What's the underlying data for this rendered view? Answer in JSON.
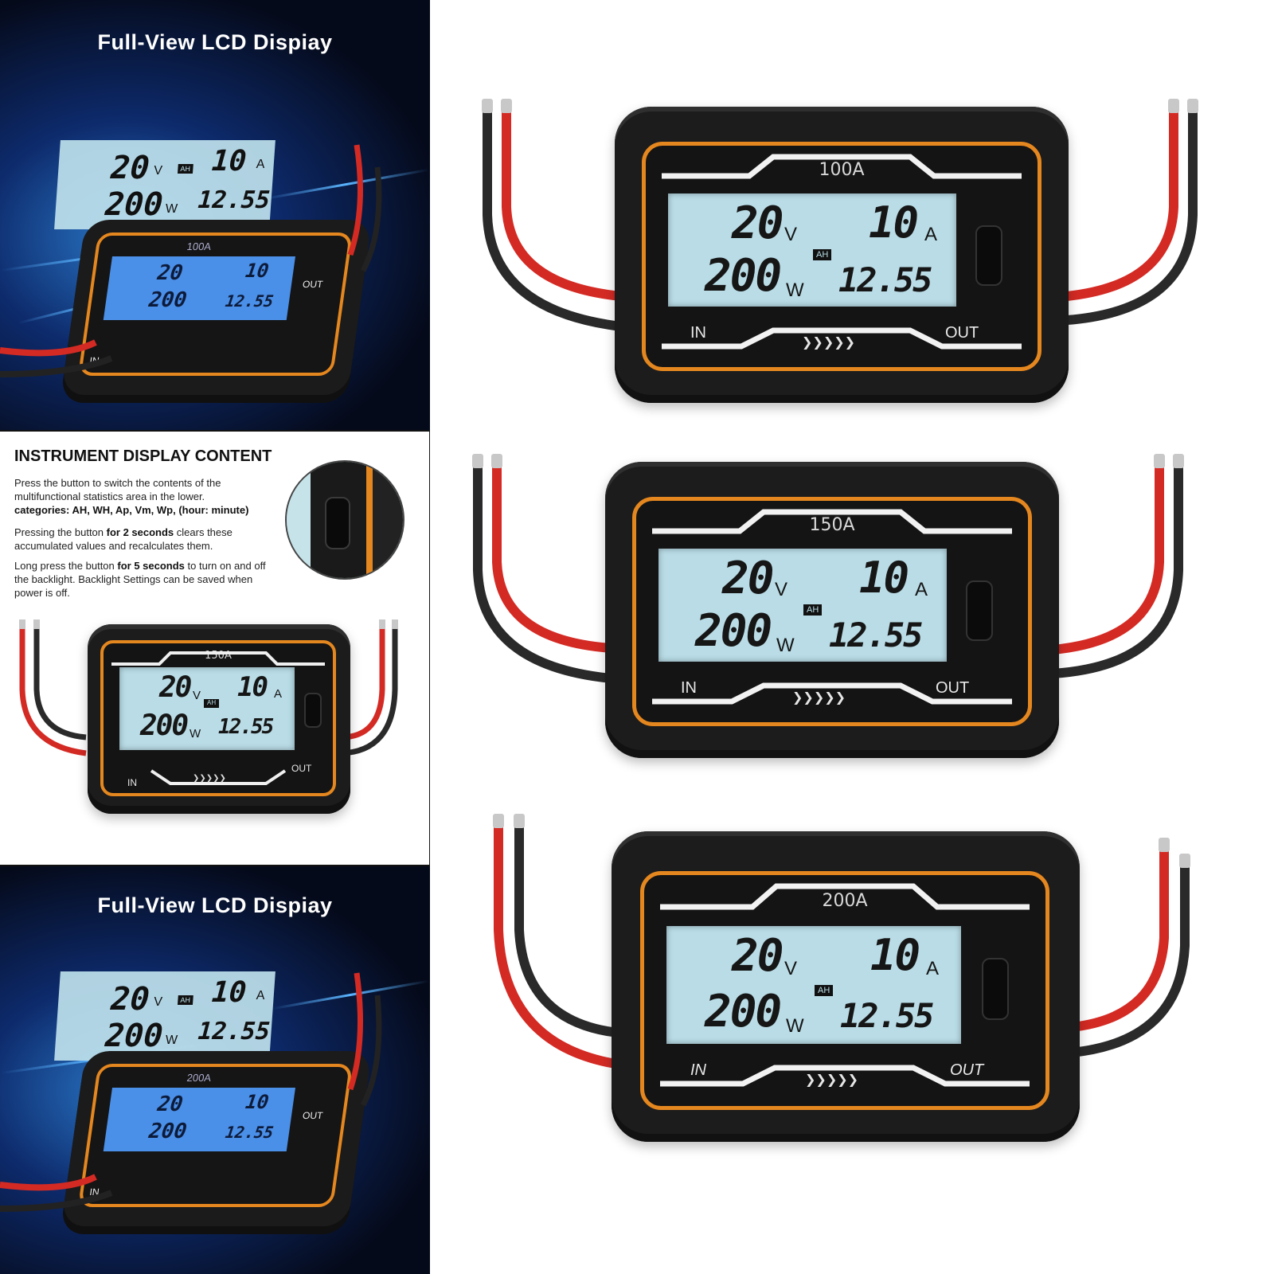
{
  "panels": {
    "top": {
      "title": "Full-View LCD Dispiay"
    },
    "bottom": {
      "title": "Full-View LCD Dispiay"
    },
    "instructions": {
      "title": "INSTRUMENT DISPLAY CONTENT",
      "p1": "Press the button to switch the contents of the multifunctional statistics area in the lower.",
      "p1_bold": "categories: AH, WH, Ap, Vm, Wp, (hour: minute)",
      "p2_pre": "Pressing the button ",
      "p2_bold": "for 2 seconds",
      "p2_post": " clears these accumulated values and recalculates them.",
      "p3_pre": "Long press the button ",
      "p3_bold": "for 5 seconds",
      "p3_post": " to turn on and off the backlight. Backlight Settings can be saved when power is off."
    }
  },
  "display": {
    "voltage": "20",
    "voltage_unit": "V",
    "current": "10",
    "current_unit": "A",
    "power": "200",
    "power_unit": "W",
    "stat_value": "12.55",
    "stat_badge": "AH",
    "in_label": "IN",
    "out_label": "OUT"
  },
  "models": [
    {
      "label": "100A"
    },
    {
      "label": "150A"
    },
    {
      "label": "200A"
    }
  ],
  "colors": {
    "accent_orange": "#e5871f",
    "lcd_blue": "#b9dce6",
    "body_black": "#1c1c1c",
    "wire_red": "#d42a24",
    "wire_black": "#2a2a2a"
  }
}
